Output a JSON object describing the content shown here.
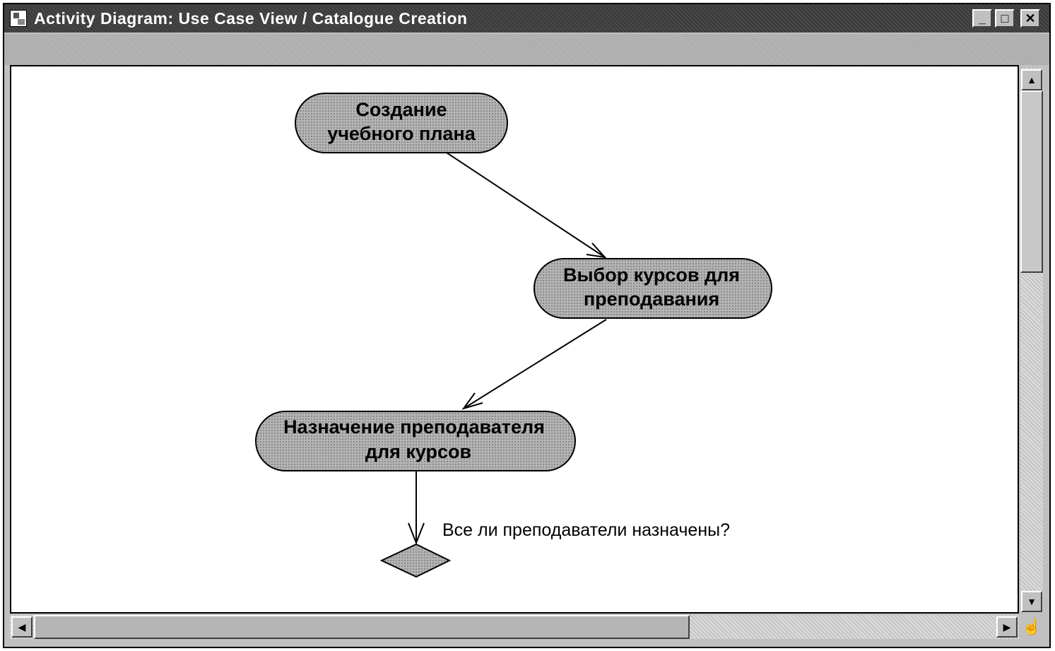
{
  "window": {
    "title": "Activity Diagram: Use Case View / Catalogue Creation",
    "controls": {
      "minimize": "_",
      "maximize": "□",
      "close": "✕"
    }
  },
  "diagram": {
    "activities": [
      {
        "id": "a1",
        "line1": "Создание",
        "line2": "учебного плана"
      },
      {
        "id": "a2",
        "line1": "Выбор курсов для",
        "line2": "преподавания"
      },
      {
        "id": "a3",
        "line1": "Назначение преподавателя",
        "line2": "для курсов"
      }
    ],
    "decision": {
      "guard_label": "Все ли преподаватели назначены?"
    },
    "colors": {
      "activity_fill": "#a8a8a8",
      "stroke": "#000000"
    }
  },
  "icons": {
    "app": "activity-diagram-icon",
    "scroll_up": "up-arrow-icon",
    "scroll_down": "down-arrow-icon",
    "scroll_left": "left-arrow-icon",
    "scroll_right": "right-arrow-icon",
    "corner": "hand-icon"
  }
}
